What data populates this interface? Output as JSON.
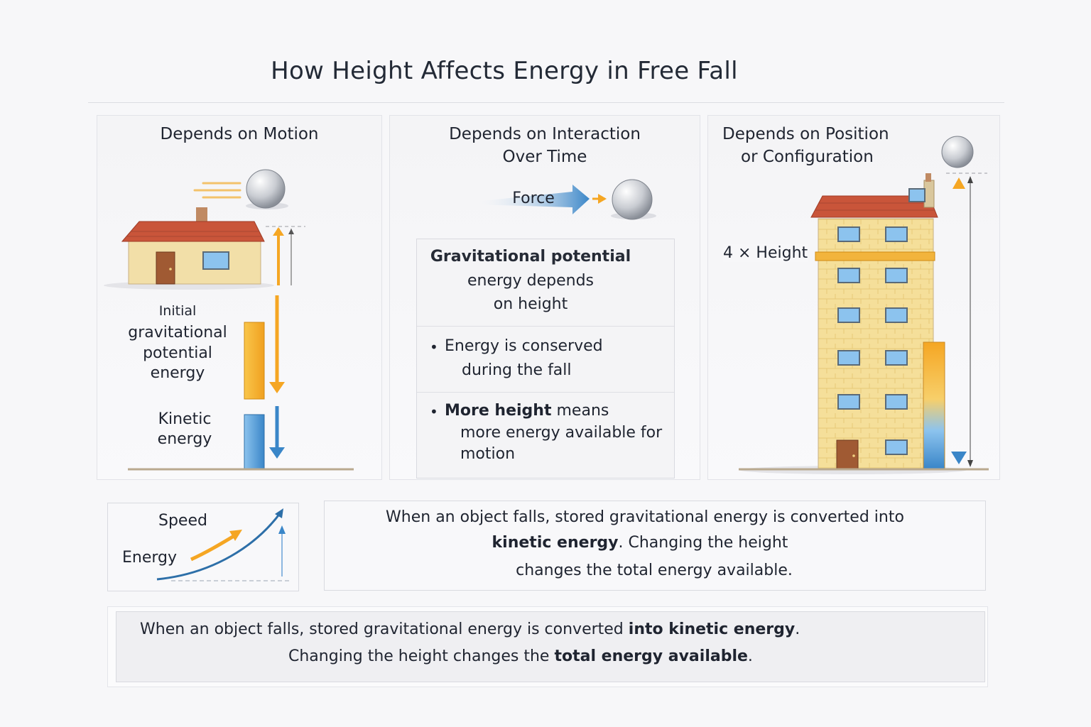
{
  "title": "How Height Affects Energy in Free Fall",
  "panels": {
    "motion": {
      "title": "Depends on Motion",
      "pe_label_1": "Initial",
      "pe_label_2": "gravitational",
      "pe_label_3": "potential",
      "pe_label_4": "energy",
      "ke_label_1": "Kinetic",
      "ke_label_2": "energy"
    },
    "interaction": {
      "title_line1": "Depends on Interaction",
      "title_line2": "Over Time",
      "force_label": "Force",
      "box_heading_1": "Gravitational potential",
      "box_heading_2": "energy depends",
      "box_heading_3": "on height",
      "bullet1_line1": "Energy is conserved",
      "bullet1_line2": "during the fall",
      "bullet2_bold": "More height",
      "bullet2_rest": " means",
      "bullet2_line2": "more energy available for",
      "bullet2_line3": "motion",
      "bullet_char": "•"
    },
    "position": {
      "title_line1": "Depends on Position",
      "title_line2": "or Configuration",
      "height_label": "4 × Height"
    }
  },
  "speed_box": {
    "speed_label": "Speed",
    "energy_label": "Energy"
  },
  "summary": {
    "line1": "When an object falls, stored gravitational energy is converted into",
    "line2_bold": "kinetic energy",
    "line2_rest": ". Changing the height",
    "line3": "changes the total energy available."
  },
  "footer": {
    "line1_a": "When an object falls, stored gravitational energy is converted ",
    "line1_bold": "into kinetic energy",
    "line1_end": ".",
    "line2_a": "Changing the height changes the ",
    "line2_bold": "total energy available",
    "line2_end": "."
  },
  "colors": {
    "orange": "#f5a623",
    "blue": "#3a86c8",
    "roof": "#c9553a",
    "wall": "#f2dfa8",
    "text": "#1f2430"
  }
}
